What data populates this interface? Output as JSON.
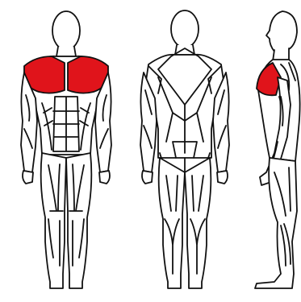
{
  "diagram": {
    "views": [
      {
        "view": "front",
        "highlighted_muscles": [
          "left-pectoral",
          "right-pectoral"
        ]
      },
      {
        "view": "back",
        "highlighted_muscles": []
      },
      {
        "view": "side",
        "highlighted_muscles": [
          "chest"
        ]
      }
    ],
    "colors": {
      "highlight": "#e0141b",
      "outline": "#111111",
      "body_fill": "#ffffff",
      "background": "#ffffff"
    }
  }
}
